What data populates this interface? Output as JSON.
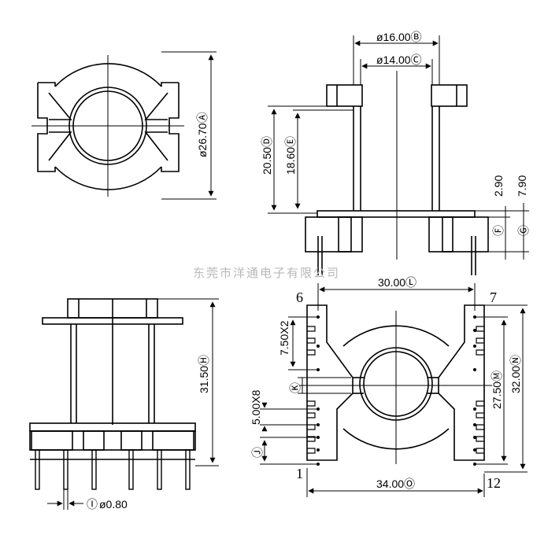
{
  "watermark": "东莞市洋通电子有限公司",
  "top_left_view": {
    "dim_diameter": "ø26.70Ⓐ"
  },
  "top_right_view": {
    "dim_top_outer": "ø16.00Ⓑ",
    "dim_top_inner": "ø14.00Ⓒ",
    "dim_height_total": "20.50Ⓓ",
    "dim_height_inner": "18.60Ⓔ",
    "dim_small_1": "2.90",
    "dim_small_2": "7.90",
    "label_f": "Ⓕ",
    "label_g": "Ⓖ"
  },
  "bottom_left_view": {
    "dim_height": "31.50Ⓗ",
    "label_i": "Ⓘ",
    "dim_pin_dia": "ø0.80"
  },
  "bottom_right_view": {
    "dim_width_top": "30.00Ⓛ",
    "dim_pitch_y": "7.50X2",
    "dim_pitch_x": "5.00X8",
    "label_k": "Ⓚ",
    "label_j": "Ⓙ",
    "dim_right_inner": "27.50Ⓜ",
    "dim_right_outer": "32.00Ⓝ",
    "dim_width_bottom": "34.00Ⓞ",
    "pin_6": "6",
    "pin_7": "7",
    "pin_1": "1",
    "pin_12": "12"
  }
}
